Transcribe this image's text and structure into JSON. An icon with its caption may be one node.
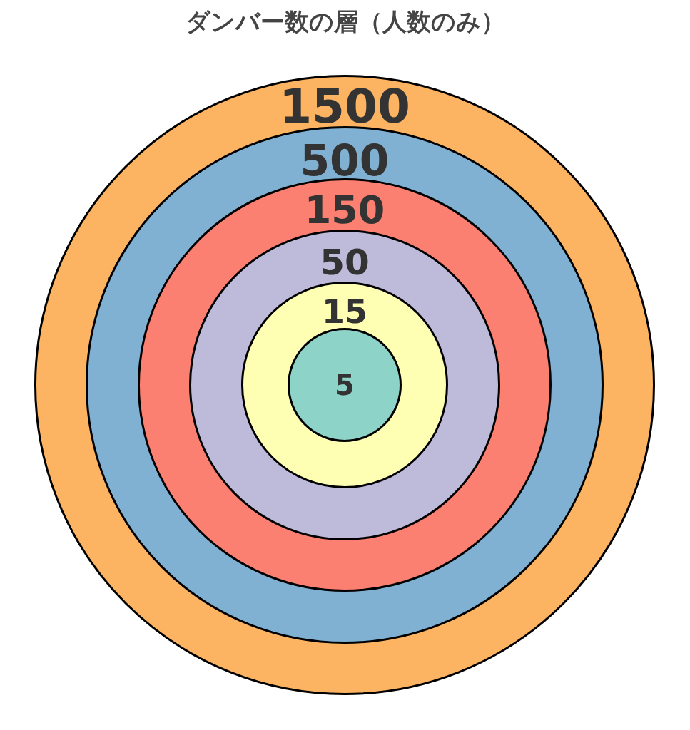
{
  "diagram": {
    "title": "ダンバー数の層（人数のみ）",
    "nodes": [
      {
        "text": [
          "1500"
        ]
      },
      {
        "text": [
          "500"
        ],
        "in": 0
      },
      {
        "text": [
          "150"
        ],
        "in": 1
      },
      {
        "text": [
          "50"
        ],
        "in": 2
      },
      {
        "text": [
          "15"
        ],
        "in": 3
      },
      {
        "text": [
          "5"
        ],
        "in": 4
      }
    ]
  }
}
